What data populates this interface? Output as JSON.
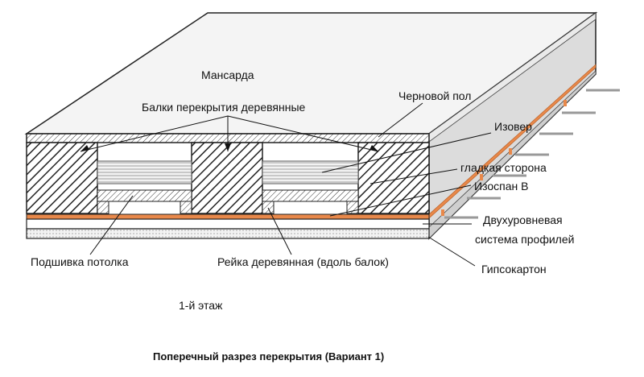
{
  "labels": {
    "attic": "Мансарда",
    "beams": "Балки перекрытия деревянные",
    "subfloor": "Черновой пол",
    "isover": "Изовер",
    "smooth_side": "гладкая сторона",
    "isospan": "Изоспан В",
    "two_level_1": "Двухуровневая",
    "two_level_2": "система профилей",
    "drywall": "Гипсокартон",
    "ceiling_lining": "Подшивка потолка",
    "lath": "Рейка деревянная (вдоль балок)",
    "first_floor": "1-й этаж"
  },
  "caption": "Поперечный разрез перекрытия (Вариант 1)",
  "colors": {
    "line": "#222222",
    "top_face": "#f4f4f4",
    "side_face": "#d9d9d9",
    "membrane": "#e8884a",
    "drywall_fill": "#eeeeee",
    "leader": "#111111"
  }
}
